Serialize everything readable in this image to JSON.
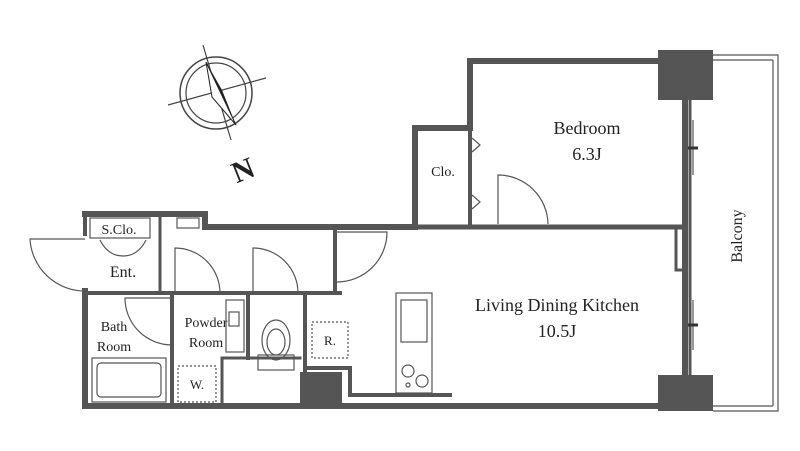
{
  "compass": {
    "label": "N"
  },
  "rooms": {
    "bedroom": {
      "name": "Bedroom",
      "size": "6.3J"
    },
    "closet": {
      "name": "Clo."
    },
    "balcony": {
      "name": "Balcony"
    },
    "storage_closet": {
      "name": "S.Clo."
    },
    "entrance": {
      "name": "Ent."
    },
    "bath": {
      "line1": "Bath",
      "line2": "Room"
    },
    "powder": {
      "line1": "Powder",
      "line2": "Room"
    },
    "ldk": {
      "name": "Living Dining Kitchen",
      "size": "10.5J"
    }
  },
  "fixtures": {
    "washer": "W.",
    "fridge": "R."
  }
}
